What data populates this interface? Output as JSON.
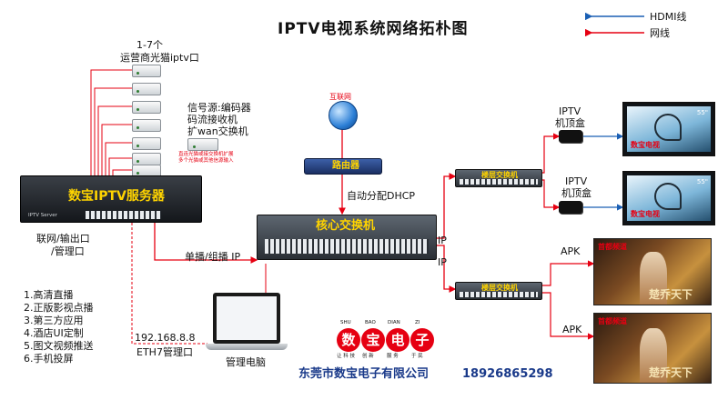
{
  "title": "IPTV电视系统网络拓朴图",
  "legend": {
    "items": [
      {
        "label": "HDMI线",
        "color": "#1a5fb4"
      },
      {
        "label": "网线",
        "color": "#e60012"
      }
    ]
  },
  "isp": {
    "count_label": "1-7个",
    "caption": "运营商光猫iptv口"
  },
  "signal_source": {
    "lines": [
      "信号源:编码器",
      "码流接收机",
      "扩wan交换机"
    ]
  },
  "signal_note": {
    "lines": [
      "直连光猫或接交换机扩展",
      "多个光猫或其他信源输入"
    ]
  },
  "server": {
    "label": "数宝IPTV服务器",
    "badge": "IPTV Server"
  },
  "server_ports": {
    "lines": [
      "联网/输出口",
      "/管理口"
    ]
  },
  "internet": {
    "label": "互联网"
  },
  "router": {
    "label": "路由器"
  },
  "dhcp": {
    "label": "自动分配DHCP"
  },
  "core_switch": {
    "label": "核心交换机"
  },
  "unicast_label": "单播/组播 IP",
  "ip_labels": [
    "IP",
    "IP"
  ],
  "floor_switches": [
    {
      "label": "楼层交换机"
    },
    {
      "label": "楼层交换机"
    }
  ],
  "stb": [
    {
      "label": "IPTV",
      "label2": "机顶盒"
    },
    {
      "label": "IPTV",
      "label2": "机顶盒"
    }
  ],
  "tvs": [
    {
      "size": "55\"",
      "brand": "数宝电视"
    },
    {
      "size": "55\"",
      "brand": "数宝电视"
    }
  ],
  "apk_labels": [
    "APK",
    "APK"
  ],
  "posters": [
    {
      "channel": "首都频道",
      "show": "楚乔天下"
    },
    {
      "channel": "首都频道",
      "show": "楚乔天下"
    }
  ],
  "features": [
    "1.高清直播",
    "2.正版影视点播",
    "3.第三方应用",
    "4.酒店UI定制",
    "5.图文视频推送",
    "6.手机投屏"
  ],
  "mgmt_ip": "192.168.8.8",
  "eth7": "ETH7管理口",
  "pc_label": "管理电脑",
  "company": {
    "pinyin": [
      "SHU",
      "BAO",
      "DIAN",
      "ZI"
    ],
    "chars": [
      "数",
      "宝",
      "电",
      "子"
    ],
    "slogans": [
      "让 科 技",
      "创 新",
      "服 务",
      "于 民"
    ],
    "name": "东莞市数宝电子有限公司",
    "phone": "18926865298"
  }
}
